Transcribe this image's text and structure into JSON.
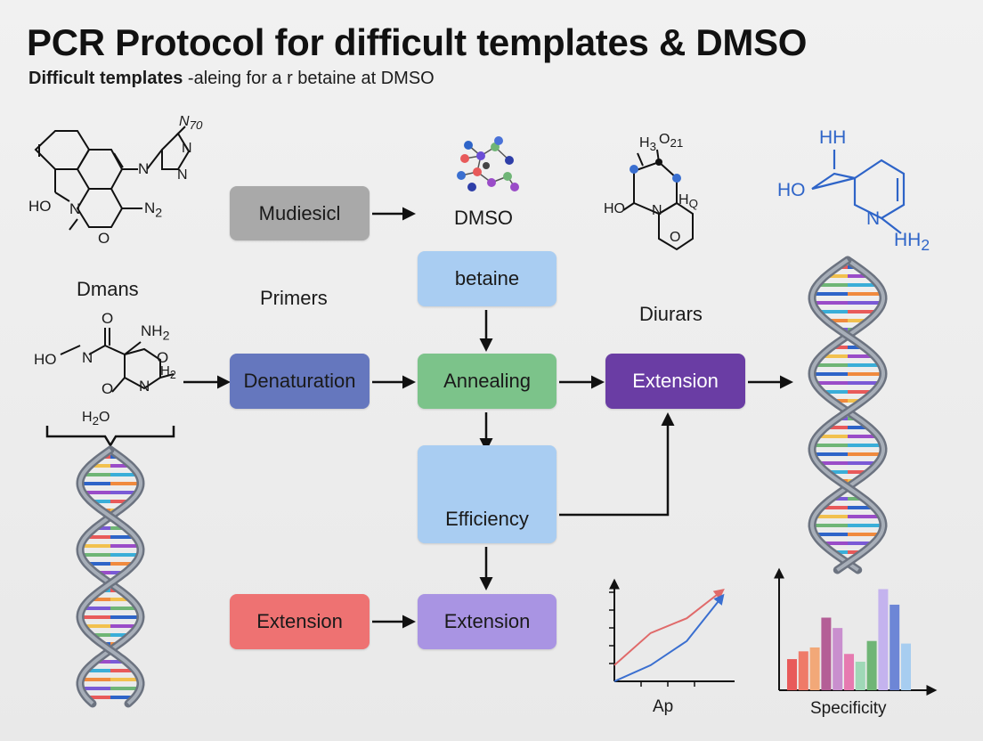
{
  "header": {
    "title": "PCR Protocol for difficult templates & DMSO",
    "subtitle_bold": "Difficult templates",
    "subtitle_rest": " -aleing for a r betaine at DMSO"
  },
  "labels": {
    "dmans": "Dmans",
    "primers": "Primers",
    "dmso": "DMSO",
    "diurars": "Diurars"
  },
  "boxes": {
    "mudiesicl": "Mudiesicl",
    "betaine": "betaine",
    "denaturation": "Denaturation",
    "annealing": "Annealing",
    "extension_top": "Extension",
    "efficiency": "Efficiency",
    "extension_red": "Extension",
    "extension_purple": "Extension"
  },
  "molecules": {
    "m1": {
      "n_top": "N",
      "n_top_sub": "70",
      "ho": "HO",
      "n2": "N",
      "n2_sub": "2"
    },
    "m2": {
      "o": "O",
      "nh2": "NH",
      "nh2_sub": "2",
      "ho": "HO",
      "n": "N",
      "h2a": "H",
      "h2a_sub": "2",
      "o2": "O",
      "h2b": "H",
      "h2b_sub": "2",
      "o3": "O"
    },
    "m3": {
      "h3": "H",
      "h3_sub": "3",
      "o21": "O",
      "o21_sub": "21",
      "ho": "HO",
      "n": "N",
      "hq": "H",
      "hq_sub": "Q"
    },
    "m4": {
      "hh": "HH",
      "ho": "HO",
      "n": "N",
      "hh2": "HH",
      "hh2_sub": "2"
    }
  },
  "charts": {
    "line": {
      "xlabel": "Ap"
    },
    "bar": {
      "xlabel": "Specificity"
    }
  },
  "colors": {
    "mudiesicl": "#a9a9a9",
    "betaine": "#a9cdf2",
    "denaturation": "#6577be",
    "annealing": "#7cc38a",
    "extension_top": "#6a3da4",
    "efficiency": "#a9cdf2",
    "extension_red": "#ee7272",
    "extension_purple": "#a994e3",
    "molecule_blue": "#2e64c8"
  },
  "chart_data": [
    {
      "type": "line",
      "xlabel": "Ap",
      "series": [
        {
          "color": "#e06a6a",
          "values": [
            1.2,
            3.6,
            4.7,
            6.8
          ]
        },
        {
          "color": "#3a6fd0",
          "values": [
            0,
            1.2,
            3.0,
            6.4
          ]
        }
      ],
      "categories": [
        "",
        "",
        "",
        ""
      ],
      "ylim": [
        0,
        7.5
      ]
    },
    {
      "type": "bar",
      "xlabel": "Specificity",
      "categories": [
        "",
        "",
        "",
        "",
        "",
        "",
        "",
        "",
        "",
        "",
        "",
        ""
      ],
      "values": [
        2.4,
        3.0,
        3.3,
        5.6,
        4.8,
        2.8,
        2.2,
        3.8,
        7.8,
        6.6,
        3.6,
        0
      ],
      "colors": [
        "#e85a5a",
        "#ef7a68",
        "#f2a878",
        "#b45e96",
        "#c98fce",
        "#e67ab0",
        "#9fd8b7",
        "#6fb576",
        "#c4b3ee",
        "#6d86d6",
        "#a7cdf0",
        "#ececec"
      ],
      "ylim": [
        0,
        9
      ]
    }
  ]
}
